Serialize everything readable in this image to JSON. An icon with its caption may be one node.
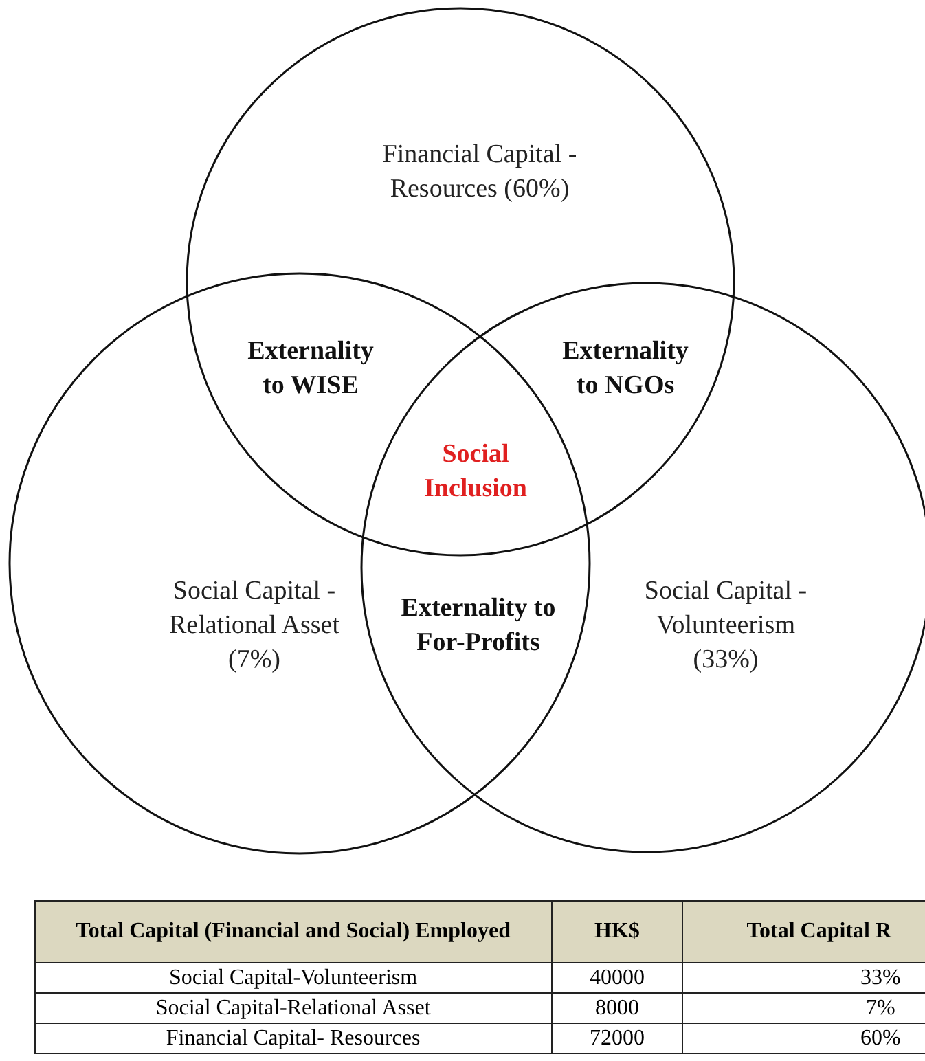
{
  "diagram": {
    "nodes": [
      {
        "text": [
          "Financial Capital -Resources (60%)"
        ]
      },
      {
        "text": [
          "Social Capital -Relational Asset (7%)"
        ]
      },
      {
        "text": [
          "Social Capital -Volunteerism (33%)"
        ]
      }
    ],
    "edges": [],
    "labels": [
      "Externality to WISE",
      "Externality to NGOs",
      "Social Inclusion",
      "Externality to For-Profits",
      "Total Capital (Financial and Social) Employed",
      "HK$",
      "Total Capital R",
      "Social Capital-Volunteerism",
      "40000",
      "33%",
      "Social Capital-Relational Asset",
      "8000",
      "7%",
      "Financial Capital- Resources",
      "72000",
      "60%"
    ]
  }
}
